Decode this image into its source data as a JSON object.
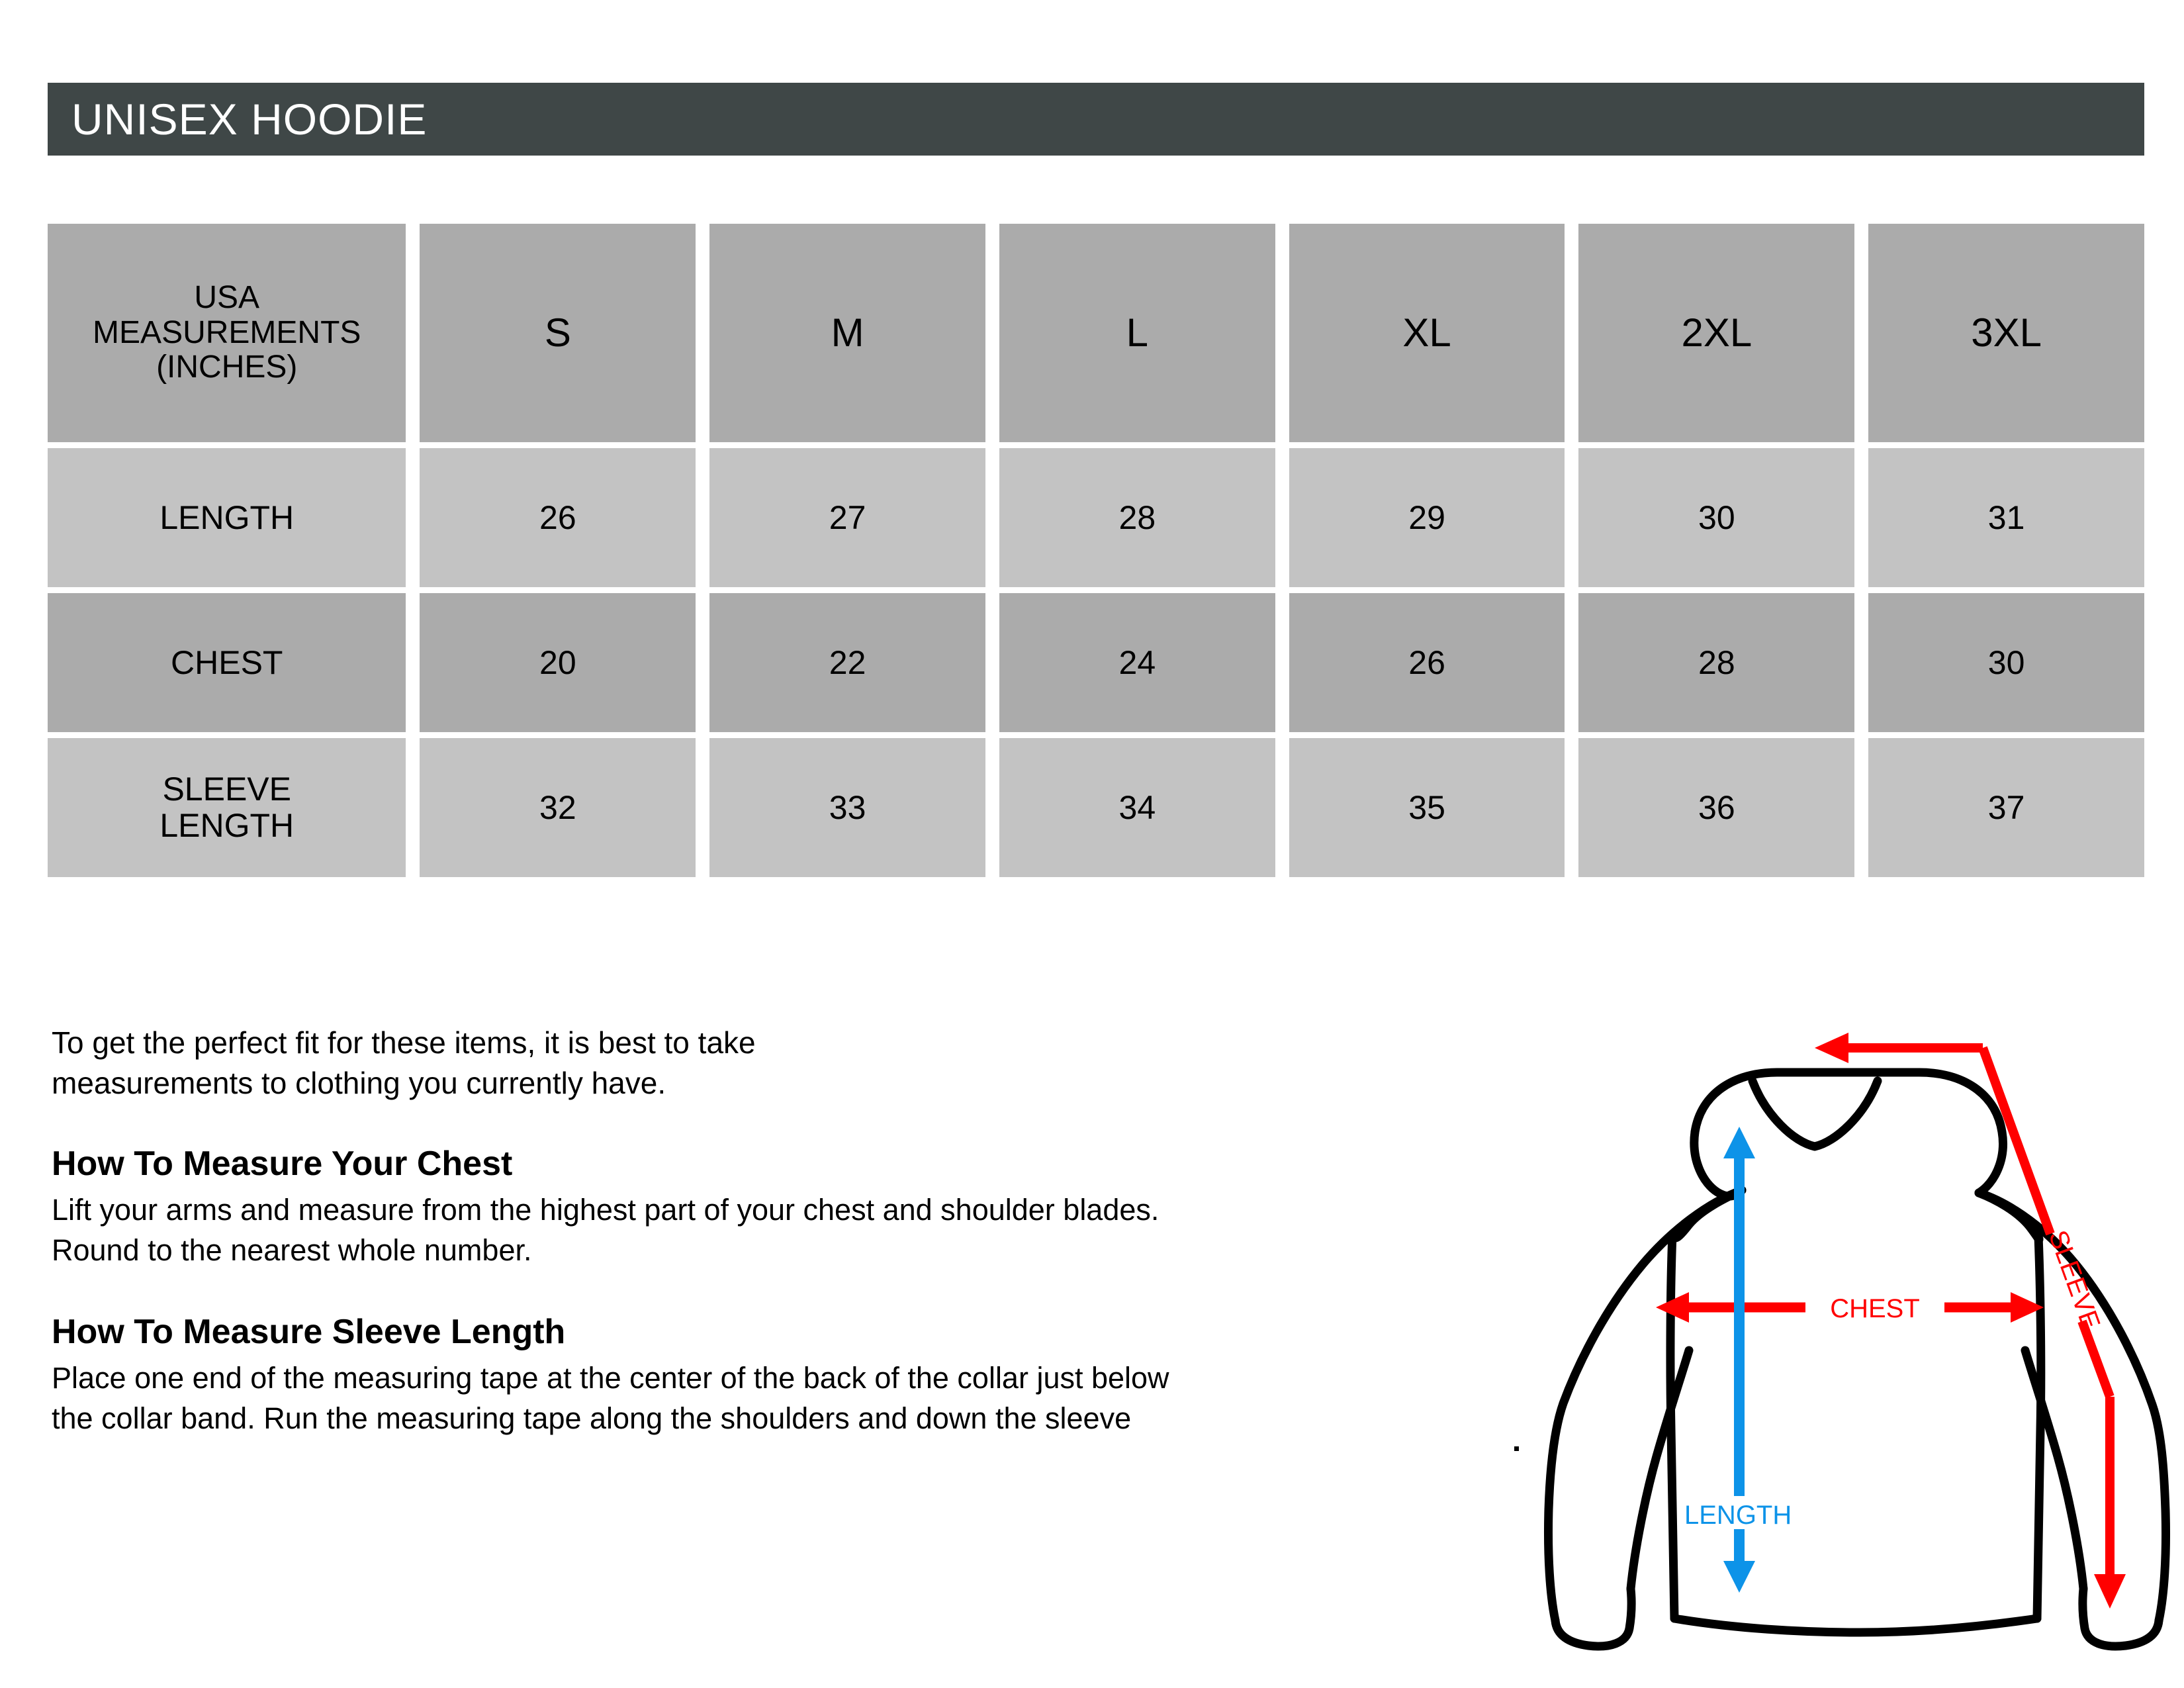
{
  "title": {
    "text": "UNISEX HOODIE",
    "bar_color": "#3f4747",
    "text_color": "#ffffff"
  },
  "table": {
    "corner_label_lines": [
      "USA",
      "MEASUREMENTS",
      "(INCHES)"
    ],
    "corner_label": "USA MEASUREMENTS (INCHES)",
    "sizes": [
      "S",
      "M",
      "L",
      "XL",
      "2XL",
      "3XL"
    ],
    "rows": [
      {
        "label": "LENGTH",
        "label_lines": [
          "LENGTH"
        ],
        "values": [
          "26",
          "27",
          "28",
          "29",
          "30",
          "31"
        ]
      },
      {
        "label": "CHEST",
        "label_lines": [
          "CHEST"
        ],
        "values": [
          "20",
          "22",
          "24",
          "26",
          "28",
          "30"
        ]
      },
      {
        "label": "SLEEVE LENGTH",
        "label_lines": [
          "SLEEVE",
          "LENGTH"
        ],
        "values": [
          "32",
          "33",
          "34",
          "35",
          "36",
          "37"
        ]
      }
    ],
    "colors": {
      "header_gray": "#ababab",
      "row_dark_gray": "#ababab",
      "row_light_gray": "#c3c3c3"
    }
  },
  "instructions": {
    "intro_line1": "To get the perfect fit for these items, it is best to take",
    "intro_line2": "measurements to clothing you currently have.",
    "chest_heading": "How To Measure Your Chest",
    "chest_line1": "Lift your arms and measure from the highest part of your chest and shoulder blades.",
    "chest_line2": "Round to the nearest whole number.",
    "sleeve_heading": "How To Measure Sleeve Length",
    "sleeve_line1": "Place one end of the measuring tape at the center of the back of the collar just below",
    "sleeve_line2": "the collar band. Run the measuring tape along the shoulders and down the sleeve"
  },
  "diagram": {
    "garment": "hoodie-outline",
    "labels": {
      "chest": "CHEST",
      "length": "LENGTH",
      "sleeve": "SLEEVE"
    },
    "colors": {
      "chest_arrow": "#ff0000",
      "sleeve_arrow": "#ff0000",
      "length_arrow": "#0d93e8",
      "outline": "#000000"
    }
  },
  "chart_data": {
    "type": "table",
    "title": "UNISEX HOODIE",
    "categories": [
      "S",
      "M",
      "L",
      "XL",
      "2XL",
      "3XL"
    ],
    "series": [
      {
        "name": "LENGTH",
        "values": [
          26,
          27,
          28,
          29,
          30,
          31
        ]
      },
      {
        "name": "CHEST",
        "values": [
          20,
          22,
          24,
          26,
          28,
          30
        ]
      },
      {
        "name": "SLEEVE LENGTH",
        "values": [
          32,
          33,
          34,
          35,
          36,
          37
        ]
      }
    ],
    "units": "inches",
    "xlabel": "USA MEASUREMENTS (INCHES)",
    "ylabel": ""
  }
}
